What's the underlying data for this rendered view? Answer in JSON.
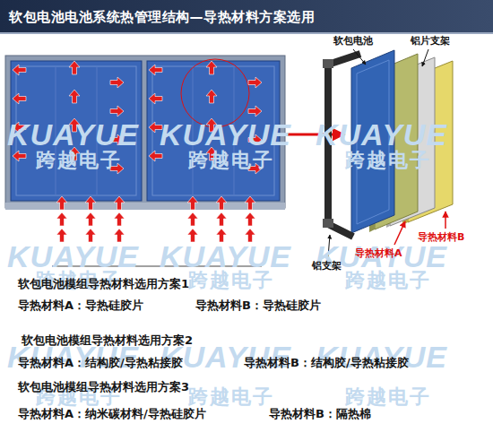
{
  "diagram": {
    "title": "软包电池电池系统热管理结构—导热材料方案选用",
    "labels": [
      "软包电池",
      "铝片支架",
      "导热材料A",
      "导热材料B",
      "铝支架",
      "软包电池模组导热材料选用方案1",
      "导热材料A：导热硅胶片",
      "导热材料B：导热硅胶片",
      "软包电池模组导热材料选用方案2",
      "导热材料A：结构胶/导热粘接胶",
      "导热材料B：结构胶/导热粘接胶",
      "软包电池模组导热材料选用方案3",
      "导热材料A：纳米碳材料/导热硅胶片",
      "导热材料B：隔热棉",
      "KUAYUE",
      "KUAYUE",
      "KUAYUE",
      "跨越电子",
      "跨越电子",
      "跨越电子",
      "KUAYUE",
      "KUAYUE",
      "KUAYUE",
      "跨越电子",
      "跨越电子",
      "跨越电子",
      "KUAYUE",
      "KUAYUE",
      "KUAYUE",
      "跨越电子",
      "跨越电子",
      "跨越电子"
    ]
  }
}
